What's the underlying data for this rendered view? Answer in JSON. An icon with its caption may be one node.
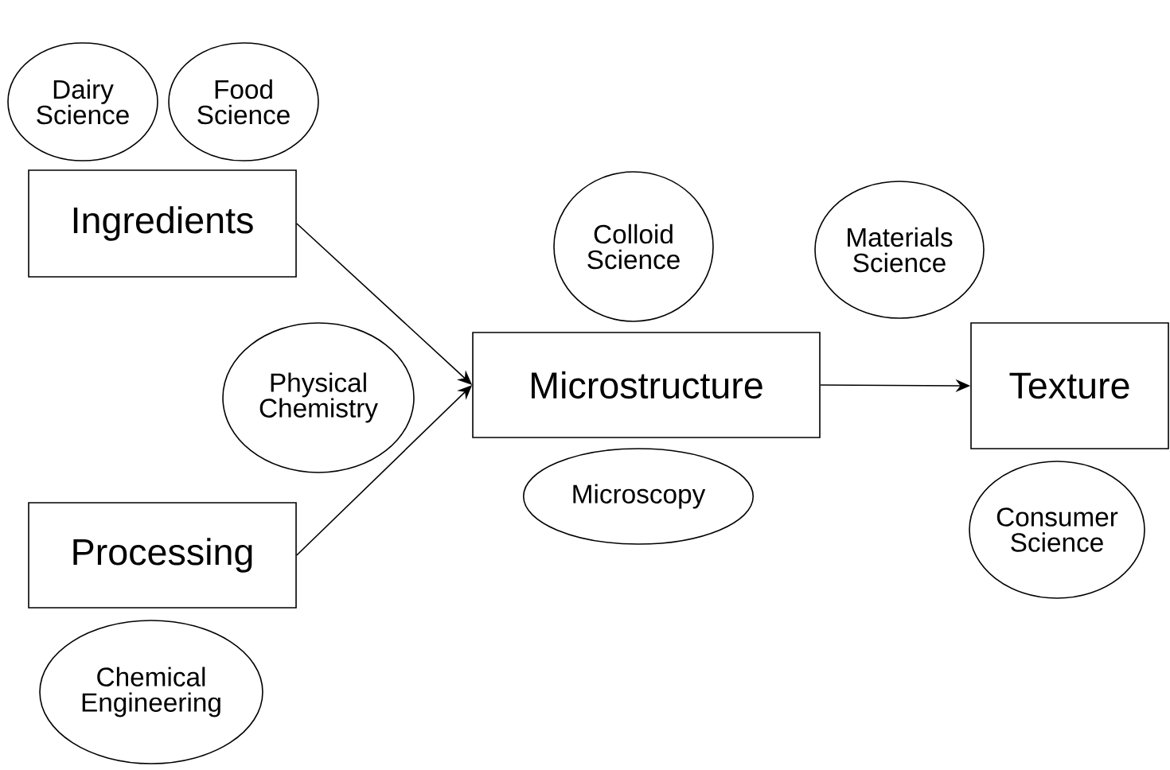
{
  "diagram": {
    "nodes": [
      {
        "text": [
          "Dairy Science"
        ]
      },
      {
        "text": [
          "Food Science"
        ]
      },
      {
        "text": [
          "Ingredients"
        ]
      },
      {
        "text": [
          "Colloid Science"
        ]
      },
      {
        "text": [
          "Materials Science"
        ]
      },
      {
        "text": [
          "Physical Chemistry"
        ]
      },
      {
        "text": [
          "Microstructure"
        ]
      },
      {
        "text": [
          "Texture"
        ]
      },
      {
        "text": [
          "Microscopy"
        ]
      },
      {
        "text": [
          "Consumer Science"
        ]
      },
      {
        "text": [
          "Processing"
        ]
      },
      {
        "text": [
          "Chemical Engineering"
        ]
      }
    ],
    "edges": [
      {
        "from": 2,
        "to": 6,
        "arrow": "to"
      },
      {
        "from": 10,
        "to": 6,
        "arrow": "to"
      },
      {
        "from": 6,
        "to": 7,
        "arrow": "to"
      }
    ]
  }
}
